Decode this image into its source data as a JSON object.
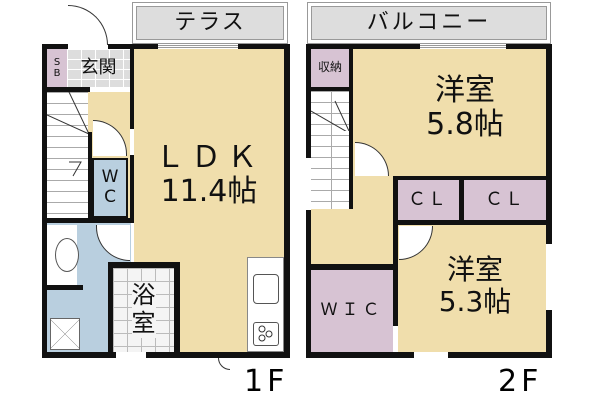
{
  "floor_1": {
    "label": "1F",
    "terrace": "テラス",
    "entrance": "玄関",
    "shoe_box": "S\nB",
    "wc": "W\nC",
    "ldk_name": "ＬＤＫ",
    "ldk_size": "11.4帖",
    "bath": "浴\n室"
  },
  "floor_2": {
    "label": "2F",
    "balcony": "バルコニー",
    "storage": "収納",
    "room_a_name": "洋室",
    "room_a_size": "5.8帖",
    "closet_1": "ＣＬ",
    "closet_2": "ＣＬ",
    "wic": "ＷＩＣ",
    "room_b_name": "洋室",
    "room_b_size": "5.3帖"
  },
  "colors": {
    "living": "#f0deac",
    "wet": "#b9cfdf",
    "storage": "#d7c3d3",
    "exterior": "#dddddd",
    "wall": "#111111"
  }
}
